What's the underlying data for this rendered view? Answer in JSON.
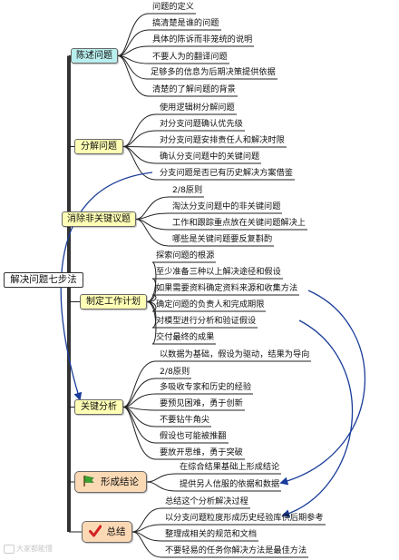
{
  "root": {
    "label": "解决问题七步法"
  },
  "branches": [
    {
      "label": "陈述问题",
      "color": "#b9efee",
      "leaves": [
        "问题的定义",
        "搞清楚是谁的问题",
        "具体的陈诉而非笼统的说明",
        "不要人为的翻译问题",
        "足够多的信息为后期决策提供依据",
        "清楚的了解问题的背景"
      ]
    },
    {
      "label": "分解问题",
      "color": "#ffffb5",
      "leaves": [
        "使用逻辑树分解问题",
        "对分支问题确认优先级",
        "对分支问题安排责任人和解决时限",
        "确认分支问题中的关键问题",
        "分支问题是否已有历史解决方案借鉴"
      ]
    },
    {
      "label": "消除非关键议题",
      "color": "#ffffb5",
      "leaves": [
        "2/8原则",
        "淘汰分支问题中的非关键问题",
        "工作和跟踪重点放在关键问题解决上",
        "哪些是关键问题要反复斟酌"
      ]
    },
    {
      "label": "制定工作计划",
      "color": "#ffffb5",
      "leaves": [
        "探索问题的根源",
        "至少准备三种以上解决途径和假设",
        "如果需要资料确定资料来源和收集方法",
        "确定问题的负责人和完成期限",
        "对模型进行分析和验证假设",
        "交付最终的成果"
      ]
    },
    {
      "label": "关键分析",
      "color": "#ffffb5",
      "leaves": [
        "以数据为基础，假设为驱动，结果为导向",
        "2/8原则",
        "多吸收专家和历史的经验",
        "要预见困难，勇于创新",
        "不要钻牛角尖",
        "假设也可能被推翻",
        "要放开思维，勇于突破"
      ]
    },
    {
      "label": "形成结论",
      "color": "#fbd9b5",
      "icon": "green-flag-icon",
      "leaves": [
        "在综合结果基础上形成结论",
        "提供另人信服的依据和数据"
      ]
    },
    {
      "label": "总结",
      "color": "#fbd9b5",
      "icon": "red-check-icon",
      "leaves": [
        "总结这个分析解决过程",
        "以分支问题粒度形成历史经验库供后期参考",
        "整理成相关的规范和文档",
        "不要轻易的任务你解决方法是最佳方法"
      ]
    }
  ],
  "watermark": "大家都能懂"
}
